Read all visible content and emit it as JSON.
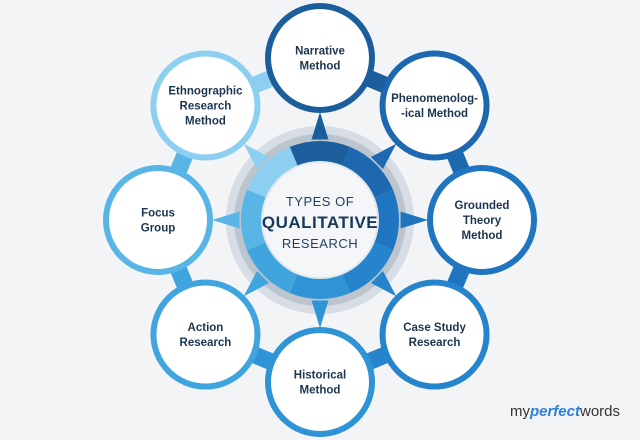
{
  "center": {
    "line1": "TYPES OF",
    "line2": "QUALITATIVE",
    "line3": "RESEARCH"
  },
  "nodes": [
    {
      "id": "narrative",
      "lines": [
        "Narrative",
        "Method"
      ],
      "color": "#1c5e9c"
    },
    {
      "id": "phenomenological",
      "lines": [
        "Phenomenolog-",
        "-ical Method"
      ],
      "color": "#1d68ae"
    },
    {
      "id": "grounded-theory",
      "lines": [
        "Grounded",
        "Theory",
        "Method"
      ],
      "color": "#1f75bf"
    },
    {
      "id": "case-study",
      "lines": [
        "Case Study",
        "Research"
      ],
      "color": "#2584cb"
    },
    {
      "id": "historical",
      "lines": [
        "Historical",
        "Method"
      ],
      "color": "#2f94d5"
    },
    {
      "id": "action",
      "lines": [
        "Action",
        "Research"
      ],
      "color": "#40a4de"
    },
    {
      "id": "focus-group",
      "lines": [
        "Focus",
        "Group"
      ],
      "color": "#58b5e6"
    },
    {
      "id": "ethnographic",
      "lines": [
        "Ethnographic",
        "Research",
        "Method"
      ],
      "color": "#8ccff0"
    }
  ],
  "brand": {
    "prefix": "my",
    "emphasis": "perfect",
    "suffix": "words"
  }
}
